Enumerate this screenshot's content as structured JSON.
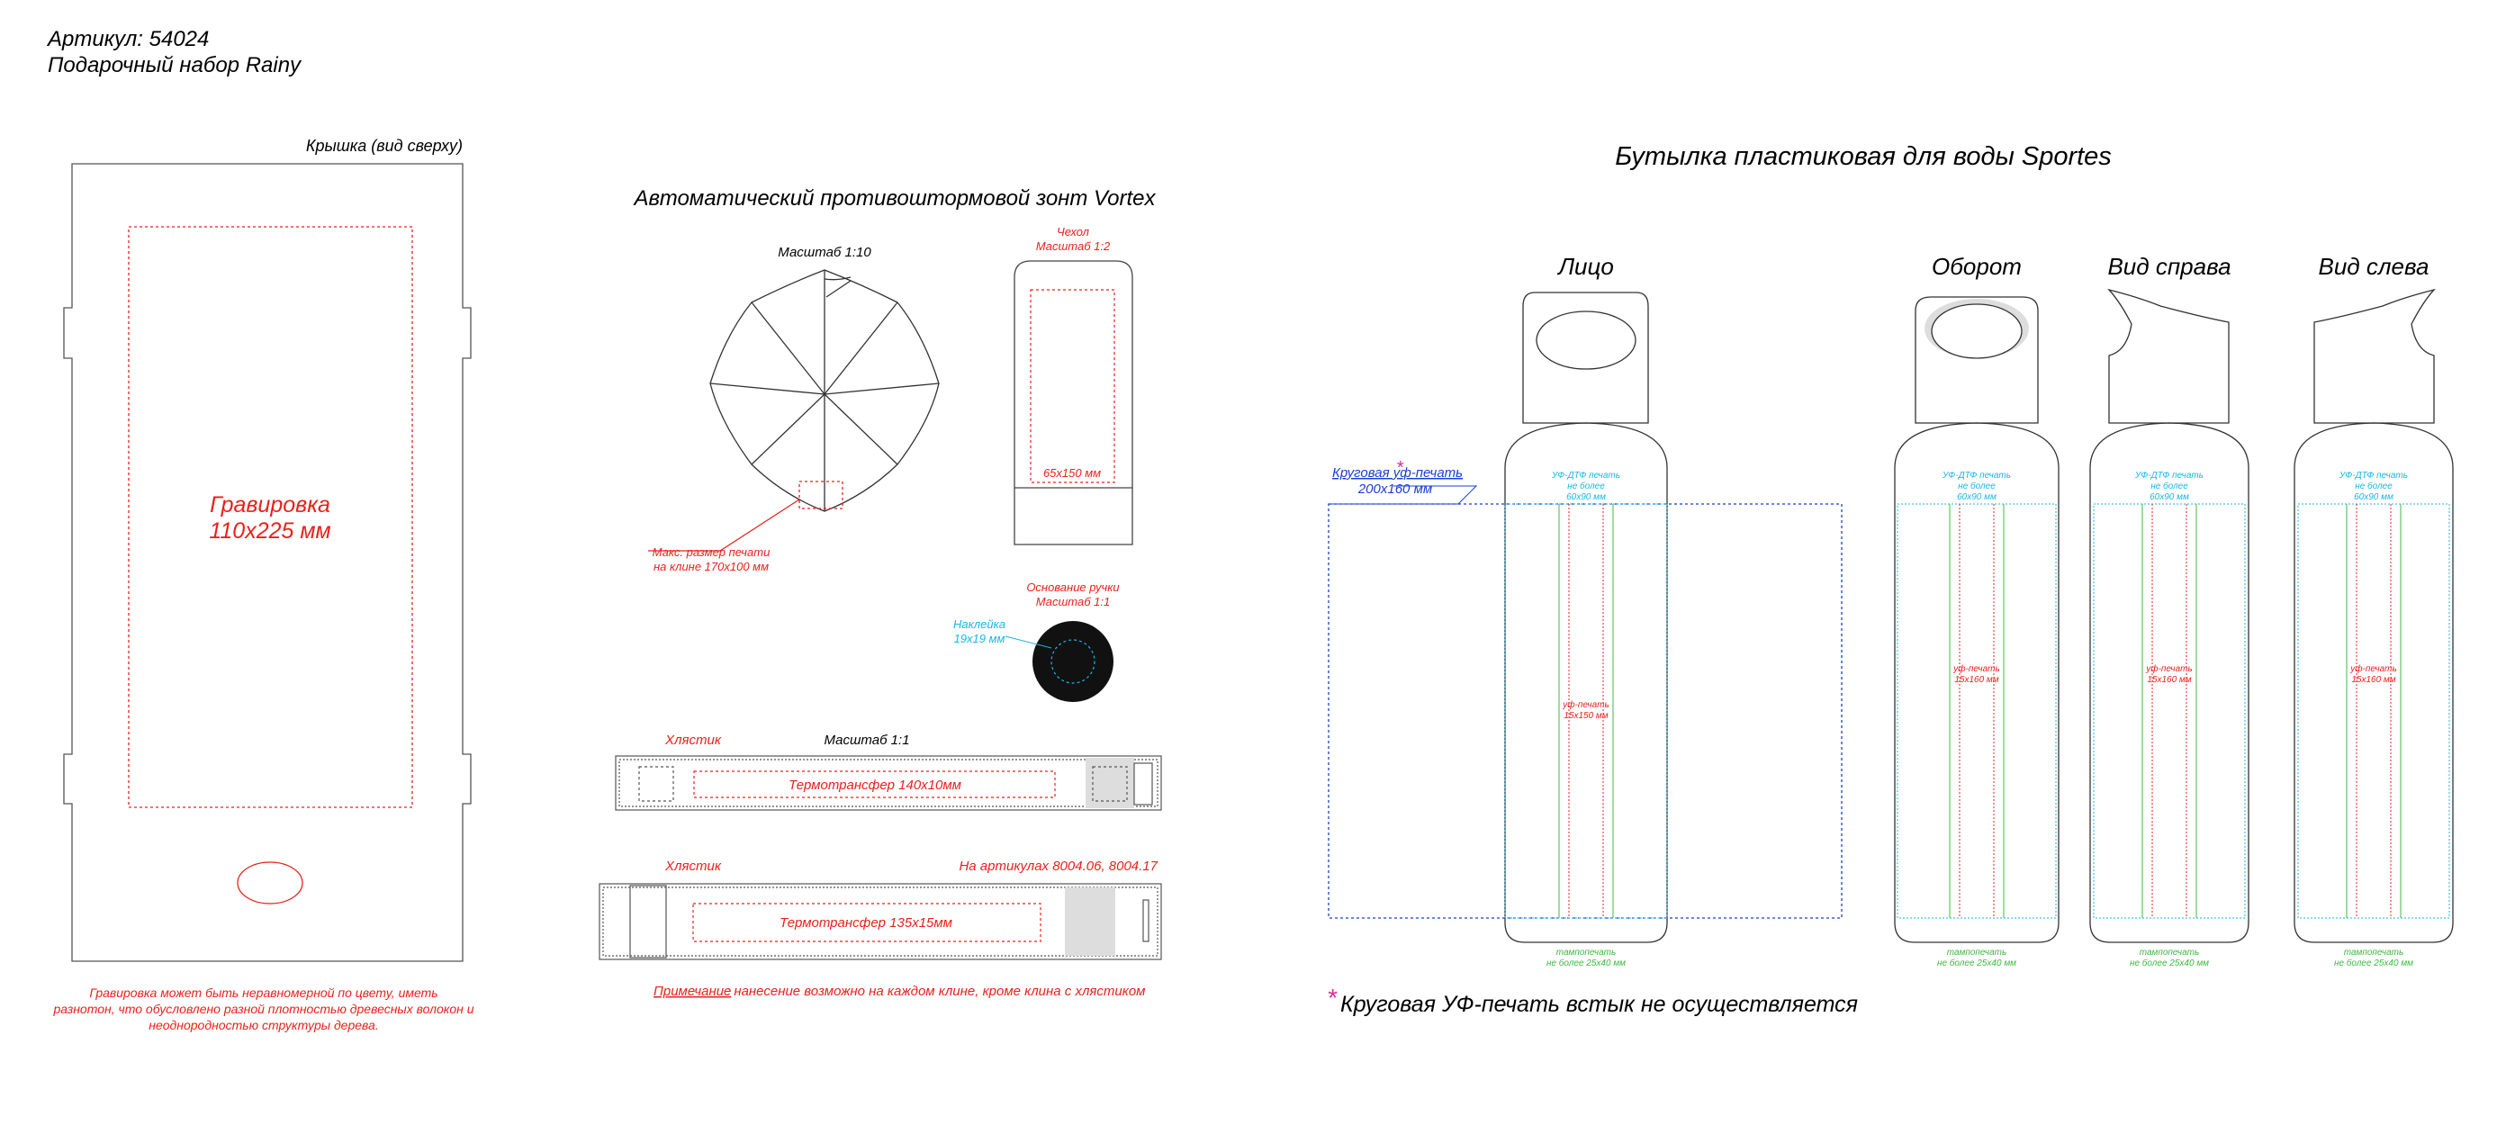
{
  "header": {
    "article": "Артикул: 54024",
    "product": "Подарочный набор Rainy"
  },
  "box": {
    "lid_title": "Крышка (вид сверху)",
    "engrave_title": "Гравировка",
    "engrave_size": "110x225 мм",
    "note_line1": "Гравировка может быть неравномерной по цвету, иметь",
    "note_line2": "разнотон, что обусловлено разной плотностью древесных волокон и",
    "note_line3": "неоднородностью структуры дерева."
  },
  "umbrella": {
    "title": "Автоматический противоштормовой зонт Vortex",
    "scale_umbrella": "Масштаб 1:10",
    "cover_title": "Чехол",
    "cover_scale": "Масштаб 1:2",
    "cover_print": "65x150 мм",
    "max_print_line1": "Макс. размер печати",
    "max_print_line2": "на клине 170x100 мм",
    "handle_title": "Основание ручки",
    "handle_scale": "Масштаб 1:1",
    "sticker_label": "Наклейка",
    "sticker_size": "19x19 мм",
    "strap1_label": "Хлястик",
    "strap1_scale": "Масштаб 1:1",
    "strap1_print": "Термотрансфер 140x10мм",
    "strap2_label": "Хлястик",
    "strap2_articles": "На артикулах 8004.06, 8004.17",
    "strap2_print": "Термотрансфер 135x15мм",
    "remark_label": "Примечание",
    "remark_text": ": нанесение возможно на каждом клине, кроме клина с хлястиком"
  },
  "bottle": {
    "title": "Бутылка пластиковая для воды Sportes",
    "view_front": "Лицо",
    "view_back": "Оборот",
    "view_right": "Вид справа",
    "view_left": "Вид слева",
    "wrap_print_label": "Круговая уф-печать",
    "wrap_print_size": "200x160 мм",
    "asterisk": "*",
    "dtf_line1": "УФ-ДТФ печать",
    "dtf_line2": "не более",
    "dtf_line3": "60x90 мм",
    "uv_front_line1": "уф-печать",
    "uv_front_line2": "15x150 мм",
    "uv_side_line1": "уф-печать",
    "uv_side_line2": "15x160 мм",
    "bottom_line1": "тампопечать",
    "bottom_line2": "не более 25x40 мм",
    "footnote": "Круговая УФ-печать встык не осуществляется"
  },
  "colors": {
    "red": "#e8211c",
    "cyan": "#18b6e6",
    "blue": "#1b3fd1",
    "green": "#3fb83f",
    "magenta": "#e0299b",
    "line": "#444444"
  }
}
